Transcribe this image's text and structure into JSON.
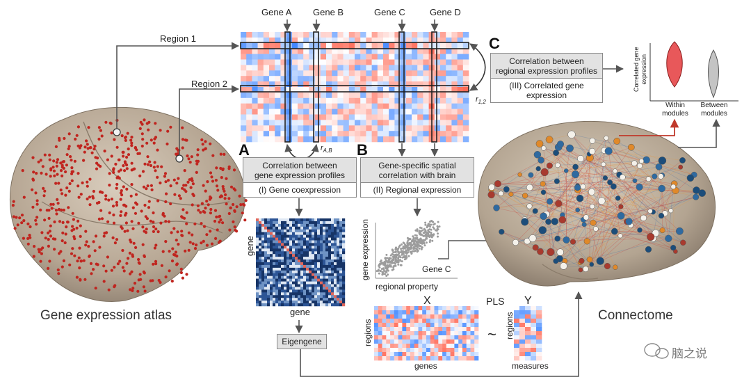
{
  "genes": [
    "Gene A",
    "Gene B",
    "Gene C",
    "Gene D"
  ],
  "regions": [
    "Region 1",
    "Region 2"
  ],
  "corr_labels": {
    "ab": "r",
    "ab_sub": "A,B",
    "r12": "r",
    "r12_sub": "1,2"
  },
  "panels": {
    "a": {
      "letter": "A",
      "lines": [
        "Correlation between",
        "gene expression profiles"
      ],
      "subtitle": "(I) Gene coexpression"
    },
    "b": {
      "letter": "B",
      "lines": [
        "Gene-specific spatial",
        "correlation with brain"
      ],
      "subtitle": "(II) Regional expression"
    },
    "c": {
      "letter": "C",
      "lines": [
        "Correlation between",
        "regional expression profiles"
      ],
      "subtitle_lines": [
        "(III) Correlated gene",
        "expression"
      ]
    }
  },
  "coexpression": {
    "xlabel": "gene",
    "ylabel": "gene"
  },
  "eigengene": "Eigengene",
  "scatter": {
    "xlabel": "regional property",
    "ylabel": "gene expression",
    "annotation": "Gene C"
  },
  "pls": {
    "x": "X",
    "label": "PLS",
    "y": "Y",
    "x_rows": "regions",
    "x_cols": "genes",
    "y_rows": "regions",
    "y_cols": "measures",
    "tilde": "~"
  },
  "violin": {
    "ylabel_lines": [
      "Correlated gene",
      "expression"
    ],
    "groups": [
      {
        "lines": [
          "Within",
          "modules"
        ],
        "color": "#e8585a"
      },
      {
        "lines": [
          "Between",
          "modules"
        ],
        "color": "#c4c4c4"
      }
    ]
  },
  "captions": {
    "atlas": "Gene expression atlas",
    "connectome": "Connectome"
  },
  "watermark": "脑之说",
  "colors": {
    "red": "#c0392b",
    "blue": "#2c6aa0",
    "orange": "#e08a2a",
    "arrow": "#555555"
  }
}
